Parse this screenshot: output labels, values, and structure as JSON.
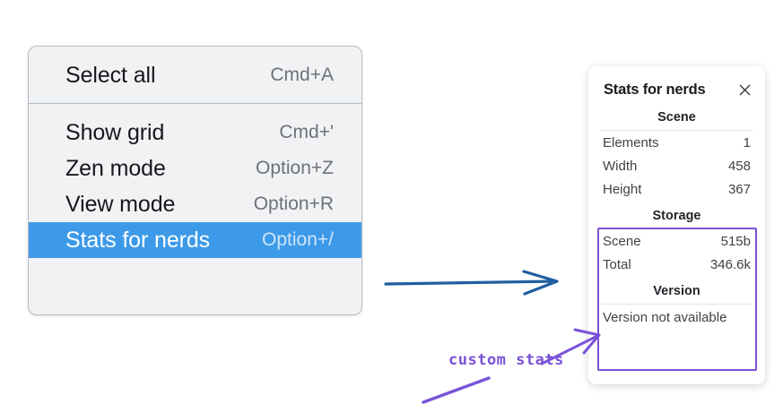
{
  "context_menu": {
    "groups": [
      {
        "items": [
          {
            "label": "Select all",
            "shortcut": "Cmd+A",
            "selected": false
          }
        ]
      },
      {
        "items": [
          {
            "label": "Show grid",
            "shortcut": "Cmd+'",
            "selected": false
          },
          {
            "label": "Zen mode",
            "shortcut": "Option+Z",
            "selected": false
          },
          {
            "label": "View mode",
            "shortcut": "Option+R",
            "selected": false
          },
          {
            "label": "Stats for nerds",
            "shortcut": "Option+/",
            "selected": true
          }
        ]
      }
    ]
  },
  "stats_panel": {
    "title": "Stats for nerds",
    "close_icon": "close-icon",
    "sections": [
      {
        "title": "Scene",
        "rows": [
          {
            "key": "Elements",
            "value": "1"
          },
          {
            "key": "Width",
            "value": "458"
          },
          {
            "key": "Height",
            "value": "367"
          }
        ]
      },
      {
        "title": "Storage",
        "rows": [
          {
            "key": "Scene",
            "value": "515b"
          },
          {
            "key": "Total",
            "value": "346.6k"
          }
        ]
      },
      {
        "title": "Version",
        "note": "Version not available"
      }
    ]
  },
  "annotations": {
    "label": "custom stats",
    "arrow_blue_color": "#1f5fa0",
    "arrow_purple_color": "#7a52d8",
    "highlight_box_color": "#7a52d8"
  },
  "colors": {
    "menu_background": "#f1f2f4",
    "menu_border": "#b5bcc6",
    "menu_selected": "#3d9ae8",
    "panel_background": "#ffffff",
    "accent_purple": "#7a52d8",
    "accent_blue": "#1f5fa0"
  }
}
